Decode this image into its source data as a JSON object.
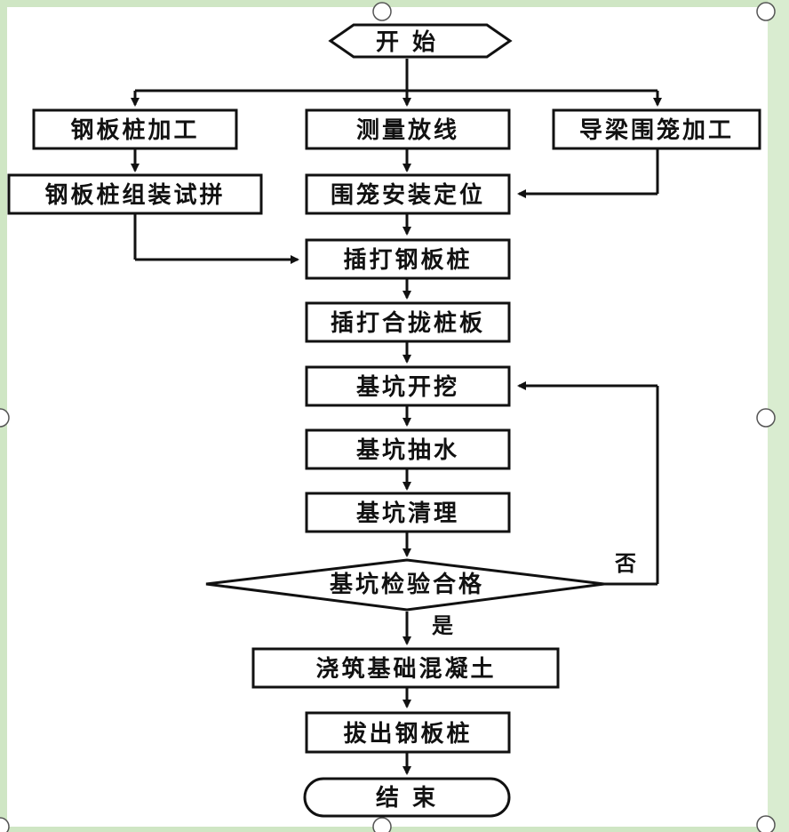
{
  "flow": {
    "start": "开 始",
    "steel_pile_processing": "钢板桩加工",
    "survey_setout": "测量放线",
    "guide_frame_processing": "导梁围笼加工",
    "steel_pile_trial_assembly": "钢板桩组装试拼",
    "frame_install_position": "围笼安装定位",
    "drive_steel_piles": "插打钢板桩",
    "drive_closure_pile": "插打合拢桩板",
    "pit_excavation": "基坑开挖",
    "pit_dewatering": "基坑抽水",
    "pit_cleaning": "基坑清理",
    "pit_inspection": "基坑检验合格",
    "decision_no": "否",
    "decision_yes": "是",
    "pour_foundation_concrete": "浇筑基础混凝土",
    "extract_steel_piles": "拔出钢板桩",
    "end": "结 束"
  },
  "colors": {
    "background": "#cfe6c4",
    "canvas": "#ffffff",
    "line": "#111111"
  }
}
